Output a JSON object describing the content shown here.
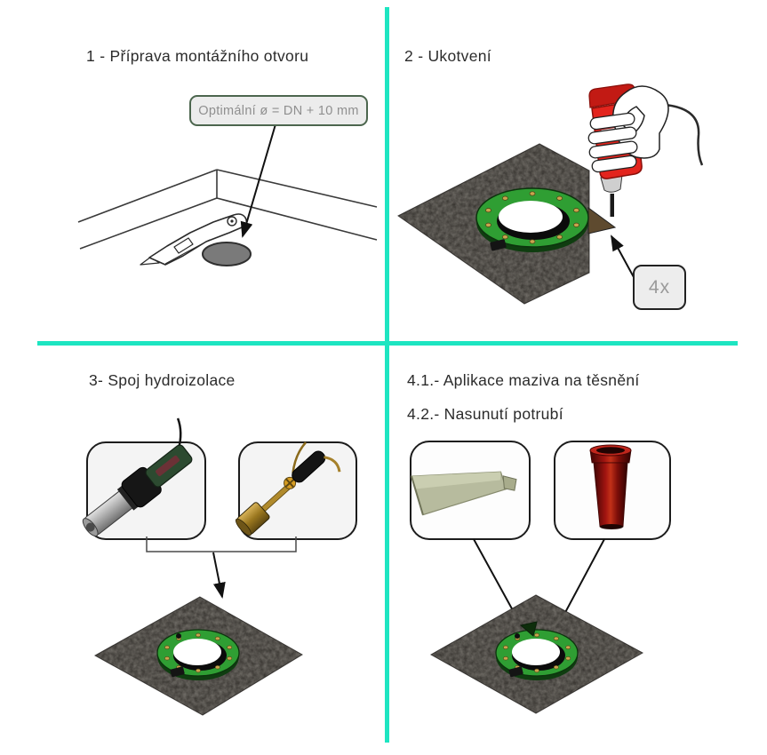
{
  "colors": {
    "divider_teal": "#1de5c1",
    "title_text": "#2b2b2b",
    "callout_border_green": "#4c664e",
    "callout_bg": "#ececec",
    "callout_text": "#8f8f8f",
    "tool_box_border": "#1c1c1c",
    "membrane_dark": "#322f2b",
    "flange_green": "#2f9e33",
    "screw_gold": "#c9a54e",
    "drill_red": "#e3241d",
    "pipe_red": "#a01410"
  },
  "quadrants": {
    "q1": {
      "title": "1 - Příprava montážního otvoru",
      "callout": "Optimální ø = DN + 10 mm",
      "icons": [
        "floor-corner-drawing",
        "utility-knife-icon",
        "cut-hole-icon",
        "callout-arrow"
      ]
    },
    "q2": {
      "title": "2 - Ukotvení",
      "callout": "4x",
      "icons": [
        "membrane-flange-icon",
        "drill-icon",
        "hand-icon",
        "anchor-corner-icon",
        "count-arrow"
      ]
    },
    "q3": {
      "title": "3- Spoj hydroizolace",
      "icons": [
        "heat-gun-icon",
        "gas-torch-icon",
        "membrane-flange-icon",
        "join-arrow"
      ]
    },
    "q4": {
      "title_line1": "4.1.- Aplikace maziva na těsnění",
      "title_line2": "4.2.- Nasunutí potrubí",
      "icons": [
        "grease-tube-icon",
        "pipe-icon",
        "membrane-flange-icon",
        "grease-arrow",
        "pipe-arrow"
      ]
    }
  }
}
